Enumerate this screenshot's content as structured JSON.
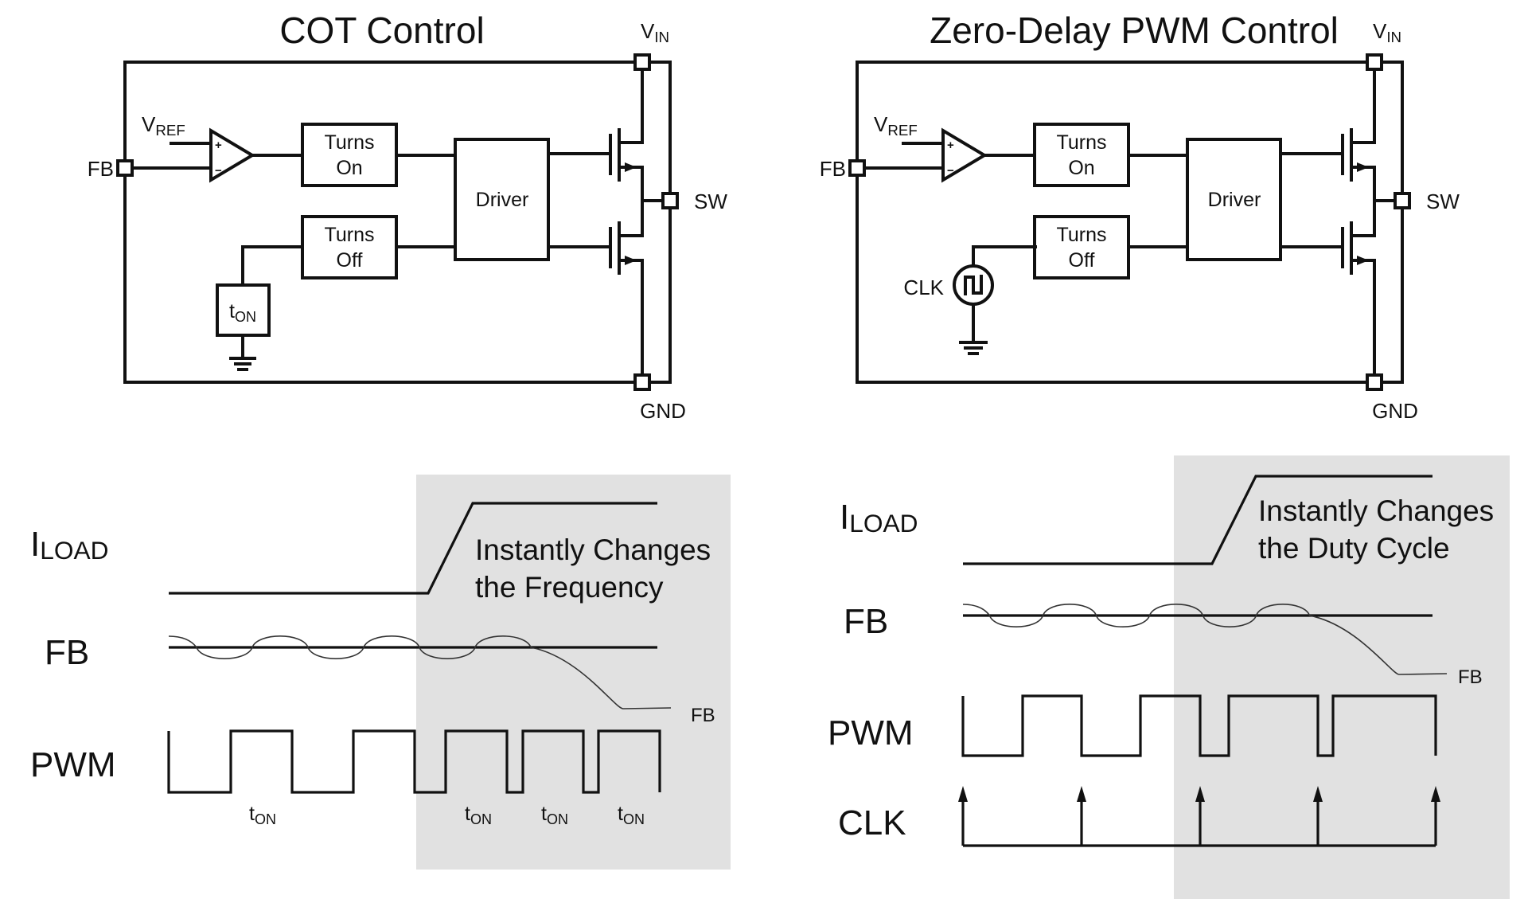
{
  "figure": {
    "panels": [
      {
        "id": "cot",
        "title": "COT Control",
        "circuit": {
          "pins": {
            "vin": "V",
            "vin_sub": "IN",
            "sw": "SW",
            "gnd": "GND",
            "fb": "FB"
          },
          "vref": {
            "main": "V",
            "sub": "REF"
          },
          "comparator_inputs": [
            "+",
            "−"
          ],
          "turns_on": [
            "Turns",
            "On"
          ],
          "turns_off": [
            "Turns",
            "Off"
          ],
          "driver": "Driver",
          "off_source": {
            "type": "ton-block",
            "main": "t",
            "sub": "ON"
          }
        },
        "waveforms": {
          "iload": {
            "main": "I",
            "sub": "LOAD"
          },
          "fb": "FB",
          "pwm": "PWM",
          "fb_trace_label": "FB",
          "annotation": [
            "Instantly Changes",
            "the Frequency"
          ],
          "ton_label": {
            "main": "t",
            "sub": "ON"
          },
          "ton_count": 4
        }
      },
      {
        "id": "zero-delay",
        "title": "Zero-Delay PWM Control",
        "circuit": {
          "pins": {
            "vin": "V",
            "vin_sub": "IN",
            "sw": "SW",
            "gnd": "GND",
            "fb": "FB"
          },
          "vref": {
            "main": "V",
            "sub": "REF"
          },
          "comparator_inputs": [
            "+",
            "−"
          ],
          "turns_on": [
            "Turns",
            "On"
          ],
          "turns_off": [
            "Turns",
            "Off"
          ],
          "driver": "Driver",
          "off_source": {
            "type": "clock-source",
            "label": "CLK"
          }
        },
        "waveforms": {
          "iload": {
            "main": "I",
            "sub": "LOAD"
          },
          "fb": "FB",
          "pwm": "PWM",
          "clk": "CLK",
          "fb_trace_label": "FB",
          "annotation": [
            "Instantly Changes",
            "the Duty Cycle"
          ],
          "clk_edges": 5
        }
      }
    ]
  }
}
